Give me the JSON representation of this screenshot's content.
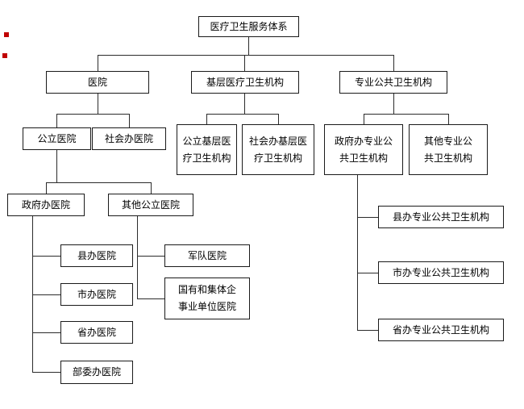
{
  "diagram": {
    "title": "医疗卫生服务体系",
    "type": "organization-tree"
  },
  "colors": {
    "background": "#ffffff",
    "box_border": "#1a1a1a",
    "connector": "#2b2b2b",
    "text": "#000000",
    "marker_red": "#c00000"
  },
  "nodes": {
    "root": "医疗卫生服务体系",
    "hospital": "医院",
    "primary_care": "基层医疗卫生机构",
    "public_health": "专业公共卫生机构",
    "public_hospital": "公立医院",
    "social_hospital": "社会办医院",
    "public_primary": "公立基层医\n疗卫生机构",
    "social_primary": "社会办基层医\n疗卫生机构",
    "gov_public_health": "政府办专业公\n共卫生机构",
    "other_public_health": "其他专业公\n共卫生机构",
    "gov_hospital": "政府办医院",
    "other_public_hospital": "其他公立医院",
    "county_hospital": "县办医院",
    "city_hospital": "市办医院",
    "province_hospital": "省办医院",
    "ministry_hospital": "部委办医院",
    "military_hospital": "军队医院",
    "soe_hospital": "国有和集体企\n事业单位医院",
    "county_public_health": "县办专业公共卫生机构",
    "city_public_health": "市办专业公共卫生机构",
    "province_public_health": "省办专业公共卫生机构"
  },
  "hierarchy": {
    "root": [
      "hospital",
      "primary_care",
      "public_health"
    ],
    "hospital": [
      "public_hospital",
      "social_hospital"
    ],
    "primary_care": [
      "public_primary",
      "social_primary"
    ],
    "public_health": [
      "gov_public_health",
      "other_public_health"
    ],
    "public_hospital": [
      "gov_hospital",
      "other_public_hospital"
    ],
    "gov_hospital": [
      "county_hospital",
      "city_hospital",
      "province_hospital",
      "ministry_hospital"
    ],
    "other_public_hospital": [
      "military_hospital",
      "soe_hospital"
    ],
    "gov_public_health": [
      "county_public_health",
      "city_public_health",
      "province_public_health"
    ]
  }
}
